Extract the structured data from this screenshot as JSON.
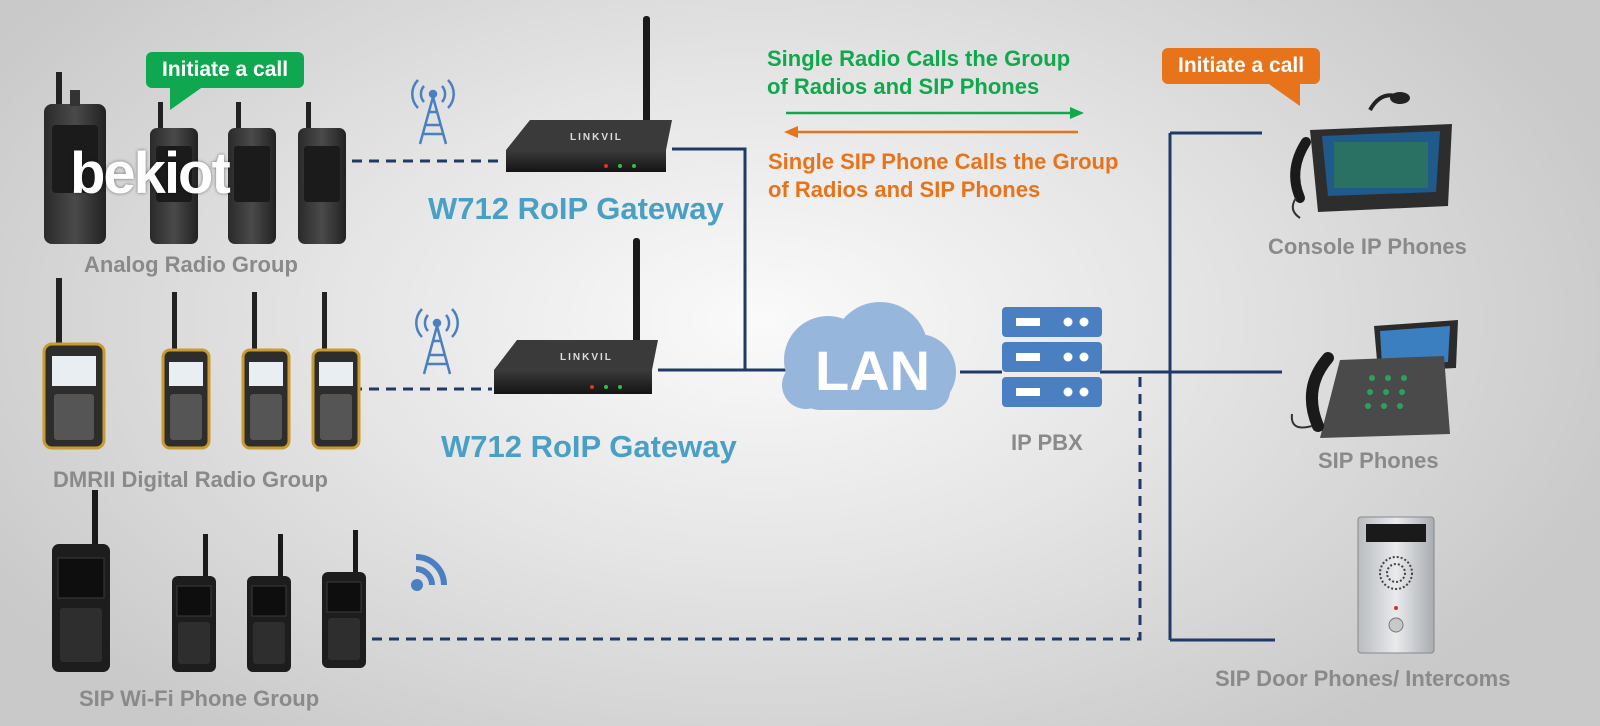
{
  "logo": "bekiot",
  "bubbles": {
    "left": "Initiate a call",
    "right": "Initiate a call"
  },
  "flows": {
    "radio_to_group": [
      "Single Radio Calls the Group",
      "of Radios and SIP Phones"
    ],
    "sip_to_group": [
      "Single SIP Phone Calls the Group",
      "of Radios and SIP Phones"
    ]
  },
  "groups": {
    "analog": "Analog Radio Group",
    "dmr": "DMRII Digital Radio Group",
    "wifi": "SIP Wi-Fi Phone Group"
  },
  "gateways": {
    "top": "W712 RoIP Gateway",
    "bottom": "W712 RoIP Gateway",
    "brand": "LINKVIL"
  },
  "network": {
    "lan": "LAN",
    "pbx": "IP PBX"
  },
  "endpoints": {
    "console": "Console IP Phones",
    "sip": "SIP Phones",
    "door": "SIP Door Phones/ Intercoms"
  },
  "colors": {
    "green": "#10a84c",
    "orange": "#e7731b",
    "wire": "#1f3a66",
    "gateway_label": "#4aa0c4",
    "cloud": "#97b6dc",
    "pbx": "#4a7fc1"
  }
}
